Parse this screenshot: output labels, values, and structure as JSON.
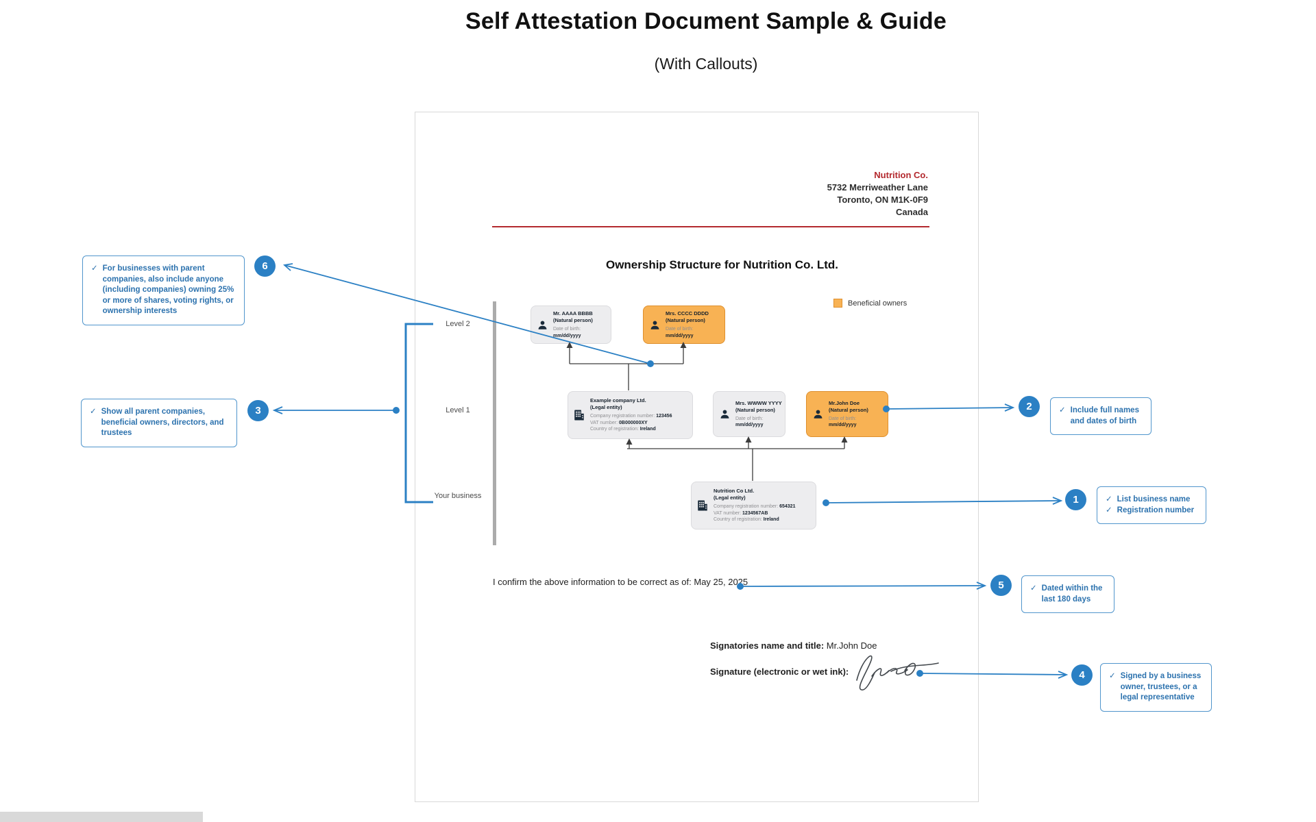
{
  "page": {
    "title": "Self Attestation Document Sample & Guide",
    "subtitle": "(With Callouts)"
  },
  "letterhead": {
    "company": "Nutrition Co.",
    "address1": "5732 Merriweather Lane",
    "address2": "Toronto, ON M1K-0F9",
    "address3": "Canada"
  },
  "document": {
    "heading": "Ownership Structure for Nutrition Co. Ltd.",
    "legend_label": "Beneficial owners",
    "level2_label": "Level 2",
    "level1_label": "Level 1",
    "your_business_label": "Your business",
    "confirmation_text": "I confirm the above information to be correct as of: May 25, 2025",
    "signatory_label": "Signatories name and title:",
    "signatory_value": "Mr.John Doe",
    "signature_label": "Signature (electronic or wet ink):"
  },
  "cards": {
    "person_aaaa": {
      "name": "Mr. AAAA BBBB",
      "type": "(Natural person)",
      "dob_label": "Date of birth:",
      "dob_value": "mm/dd/yyyy"
    },
    "person_cccc": {
      "name": "Mrs. CCCC DDDD",
      "type": "(Natural person)",
      "dob_label": "Date of birth:",
      "dob_value": "mm/dd/yyyy"
    },
    "company_example": {
      "name": "Example company Ltd.",
      "type": "(Legal entity)",
      "reg_label": "Company registration number: ",
      "reg_value": "123456",
      "vat_label": "VAT number: ",
      "vat_value": "0B000000XY",
      "country_label": "Country of registration: ",
      "country_value": "Ireland"
    },
    "person_wwww": {
      "name": "Mrs. WWWW YYYY",
      "type": "(Natural person)",
      "dob_label": "Date of birth:",
      "dob_value": "mm/dd/yyyy"
    },
    "person_john": {
      "name": "Mr.John Doe",
      "type": "(Natural person)",
      "dob_label": "Date of birth:",
      "dob_value": "mm/dd/yyyy"
    },
    "company_nutrition": {
      "name": "Nutrition Co Ltd.",
      "type": "(Legal entity)",
      "reg_label": "Company registration number: ",
      "reg_value": "654321",
      "vat_label": "VAT number: ",
      "vat_value": "1234567AB",
      "country_label": "Country of registration: ",
      "country_value": "Ireland"
    }
  },
  "callouts": {
    "c1": {
      "number": "1",
      "items": [
        "List business name",
        "Registration number"
      ]
    },
    "c2": {
      "number": "2",
      "items": [
        "Include full names and dates of birth"
      ]
    },
    "c3": {
      "number": "3",
      "items": [
        "Show all parent companies, beneficial owners, directors, and trustees"
      ]
    },
    "c4": {
      "number": "4",
      "items": [
        "Signed by a business owner, trustees, or a legal representative"
      ]
    },
    "c5": {
      "number": "5",
      "items": [
        "Dated within the last 180 days"
      ]
    },
    "c6": {
      "number": "6",
      "items": [
        "For businesses with parent companies, also include anyone (including companies) owning 25% or more of shares, voting rights, or ownership interests"
      ]
    }
  },
  "icons": {
    "check": "✓"
  },
  "colors": {
    "accent_blue": "#2B80C4",
    "callout_text_blue": "#2C72AE",
    "beneficial_owner_orange": "#F8B254",
    "brand_red": "#B3282D",
    "card_gray": "#EDEDEF",
    "icon_navy": "#1B2B3A"
  }
}
